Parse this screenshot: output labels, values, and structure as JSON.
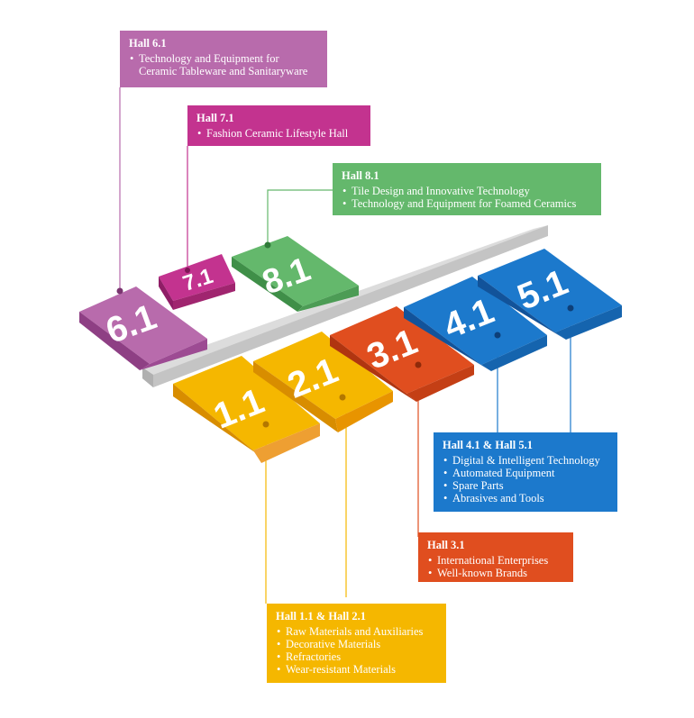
{
  "colors": {
    "hall_6_1": "#b86bac",
    "hall_7_1": "#c3338f",
    "hall_8_1": "#64b86c",
    "hall_3_1": "#e04e1f",
    "hall_4_1_5_1": "#1c79cc",
    "hall_1_1_2_1": "#f5b700",
    "walkway": "#d6d6d6"
  },
  "halls": {
    "h61": "6.1",
    "h71": "7.1",
    "h81": "8.1",
    "h11": "1.1",
    "h21": "2.1",
    "h31": "3.1",
    "h41": "4.1",
    "h51": "5.1"
  },
  "labels": {
    "hall_6_1": {
      "title": "Hall 6.1",
      "items": [
        "Technology and Equipment for",
        "Ceramic Tableware and Sanitaryware"
      ]
    },
    "hall_7_1": {
      "title": "Hall 7.1",
      "items": [
        "Fashion Ceramic Lifestyle Hall"
      ]
    },
    "hall_8_1": {
      "title": "Hall 8.1",
      "items": [
        "Tile Design and Innovative Technology",
        "Technology and Equipment for Foamed Ceramics"
      ]
    },
    "hall_4_1_5_1": {
      "title": "Hall 4.1 & Hall 5.1",
      "items": [
        "Digital & Intelligent Technology",
        "Automated Equipment",
        "Spare Parts",
        "Abrasives and Tools"
      ]
    },
    "hall_3_1": {
      "title": "Hall 3.1",
      "items": [
        "International Enterprises",
        "Well-known Brands"
      ]
    },
    "hall_1_1_2_1": {
      "title": "Hall 1.1 & Hall 2.1",
      "items": [
        "Raw Materials and Auxiliaries",
        "Decorative Materials",
        "Refractories",
        "Wear-resistant Materials"
      ]
    }
  }
}
